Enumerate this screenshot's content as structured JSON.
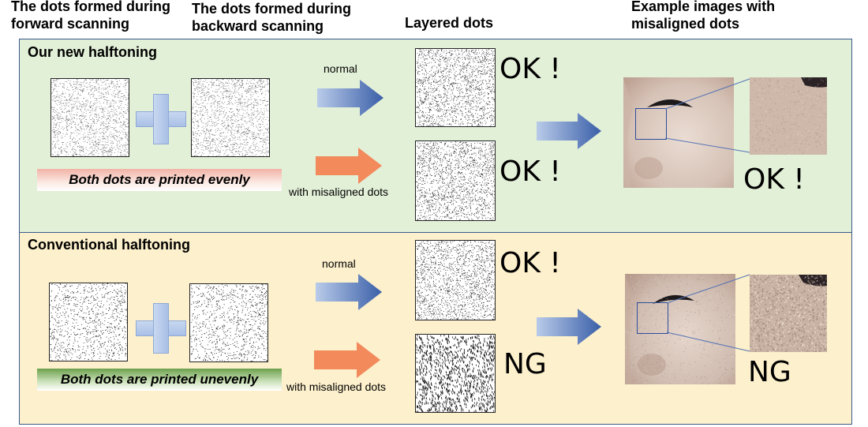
{
  "headers": {
    "forward": "The dots formed during\nforward scanning",
    "backward": "The dots formed during\nbackward scanning",
    "layered": "Layered dots",
    "example": "Example images with\nmisaligned dots"
  },
  "new_panel": {
    "title": "Our new halftoning",
    "banner": "Both dots are printed evenly",
    "arrow_normal": "normal",
    "arrow_misaligned": "with misaligned dots",
    "result_normal": "OK !",
    "result_misaligned": "OK !",
    "result_example": "OK !"
  },
  "conv_panel": {
    "title": "Conventional halftoning",
    "banner": "Both dots are printed unevenly",
    "arrow_normal": "normal",
    "arrow_misaligned": "with misaligned dots",
    "result_normal": "OK !",
    "result_misaligned": "NG",
    "result_example": "NG"
  },
  "colors": {
    "new_bg": "#e3f0d8",
    "conv_bg": "#fdf0cc",
    "border": "#3a5a8c",
    "blue_arrow": "#4a6fb5",
    "orange_arrow": "#f28a5c"
  }
}
